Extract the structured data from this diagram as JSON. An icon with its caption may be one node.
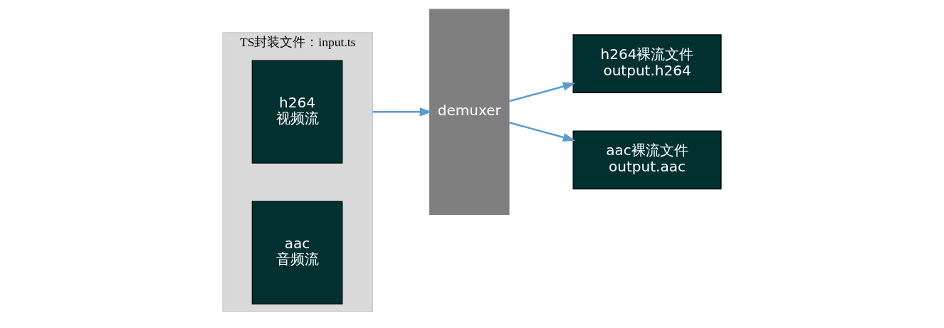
{
  "diagram": {
    "nodes": [
      {
        "text": [
          "TS封装文件：input.ts"
        ]
      },
      {
        "text": [
          "h264",
          "视频流"
        ],
        "in": 0
      },
      {
        "text": [
          "aac",
          "音频流"
        ],
        "in": 0
      },
      {
        "text": [
          "demuxer"
        ]
      },
      {
        "text": [
          "h264裸流文件",
          "output.h264"
        ]
      },
      {
        "text": [
          "aac裸流文件",
          "output.aac"
        ]
      }
    ],
    "edges": [
      {
        "from": 0,
        "to": 3,
        "arrow": "to"
      },
      {
        "from": 3,
        "to": 4,
        "arrow": "to"
      },
      {
        "from": 3,
        "to": 5,
        "arrow": "to"
      }
    ]
  }
}
